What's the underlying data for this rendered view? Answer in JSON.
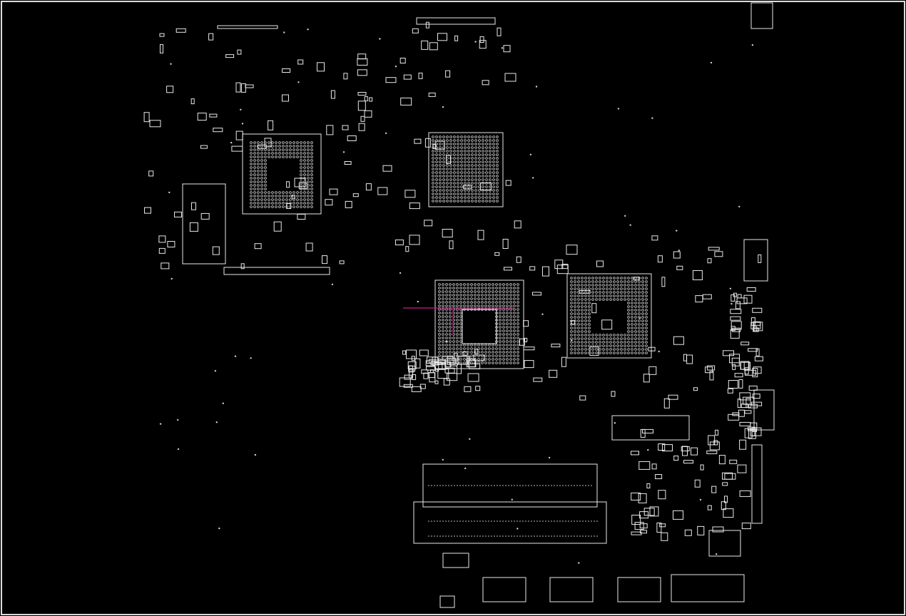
{
  "viewer": {
    "background": "#000000",
    "outline_color": "#e8e8e8",
    "highlight_color": "#c81e8c"
  },
  "board": {
    "components": [
      {
        "id": "gpu",
        "kind": "bga"
      },
      {
        "id": "cpu",
        "kind": "bga"
      },
      {
        "id": "pch",
        "kind": "bga"
      },
      {
        "id": "vram",
        "kind": "bga"
      },
      {
        "id": "so-dimm-1",
        "kind": "connector"
      },
      {
        "id": "so-dimm-2",
        "kind": "connector"
      },
      {
        "id": "usb-1",
        "kind": "connector"
      },
      {
        "id": "usb-2",
        "kind": "connector"
      },
      {
        "id": "usb-3",
        "kind": "connector"
      },
      {
        "id": "dc-jack",
        "kind": "connector"
      }
    ]
  }
}
